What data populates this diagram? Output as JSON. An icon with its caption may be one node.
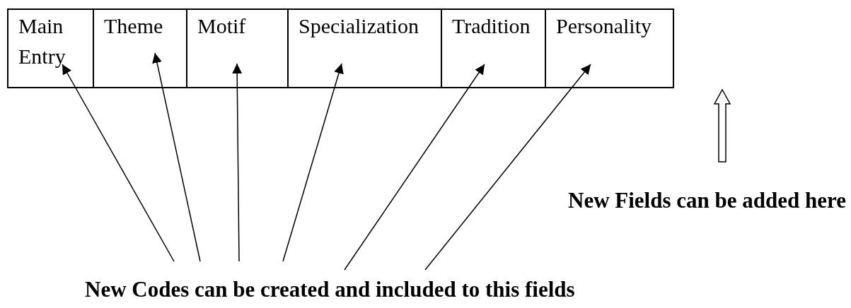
{
  "diagram": {
    "nodes": [
      {
        "text": [
          "Main Entry"
        ]
      },
      {
        "text": [
          "Theme"
        ]
      },
      {
        "text": [
          "Motif"
        ]
      },
      {
        "text": [
          "Specialization"
        ]
      },
      {
        "text": [
          "Tradition"
        ]
      },
      {
        "text": [
          "Personality"
        ]
      },
      {
        "text": [
          "New Codes can be created and included to this fields"
        ]
      }
    ],
    "edges": [
      {
        "from": 6,
        "to": 0,
        "arrow": "to"
      },
      {
        "from": 6,
        "to": 1,
        "arrow": "to"
      },
      {
        "from": 6,
        "to": 2,
        "arrow": "to"
      },
      {
        "from": 6,
        "to": 3,
        "arrow": "to"
      },
      {
        "from": 6,
        "to": 4,
        "arrow": "to"
      },
      {
        "from": 6,
        "to": 5,
        "arrow": "to"
      }
    ],
    "labels": [
      "New Fields can be added here"
    ]
  }
}
